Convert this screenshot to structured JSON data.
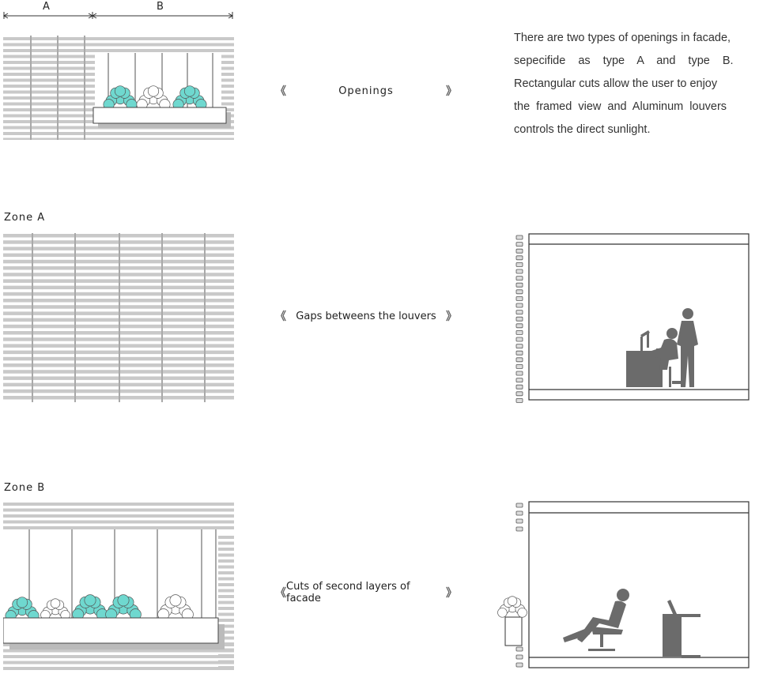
{
  "dimensions": {
    "label_a": "A",
    "label_b": "B"
  },
  "openings": {
    "chevron_left": "《",
    "title": "Openings",
    "chevron_right": "》",
    "description": [
      "There are two types of openings in facade,",
      "sepecifide as type A and type B.",
      "Rectangular cuts allow the user to enjoy",
      "the framed view and Aluminum louvers",
      "controls the direct sunlight."
    ]
  },
  "zone_a": {
    "title": "Zone A",
    "chevron_left": "《",
    "caption": "Gaps betweens the louvers",
    "chevron_right": "》"
  },
  "zone_b": {
    "title": "Zone B",
    "chevron_left": "《",
    "caption": "Cuts of second layers of facade",
    "chevron_right": "》"
  },
  "colors": {
    "louver": "#c9c9c9",
    "mullion": "#a9a9a9",
    "plant_teal": "#6fd8cf",
    "silhouette": "#6b6b6b",
    "line": "#333333"
  }
}
